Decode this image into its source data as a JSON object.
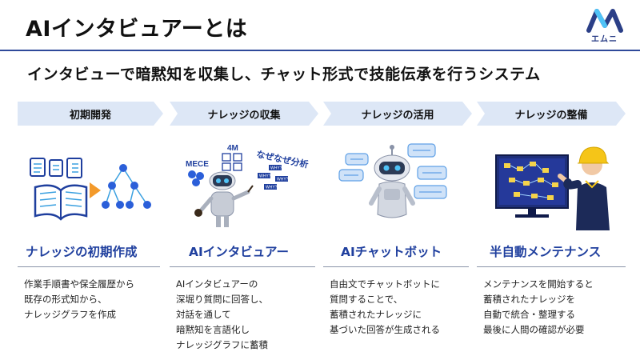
{
  "header": {
    "title": "AIインタビュアーとは",
    "subtitle": "インタビューで暗黙知を収集し、チャット形式で技能伝承を行うシステム",
    "logo_text": "エムニ"
  },
  "colors": {
    "accent": "#1f3f9e",
    "chevron_bg": "#dde7f6",
    "rule": "#2f4a9a"
  },
  "steps": [
    {
      "phase": "初期開発",
      "title": "ナレッジの初期作成",
      "desc": "作業手順書や保全履歴から\n既存の形式知から、\nナレッジグラフを作成",
      "icon": "documents-to-graph-icon"
    },
    {
      "phase": "ナレッジの収集",
      "title": "AIインタビュアー",
      "desc": "AIインタビュアーの\n深堀り質問に回答し、\n対話を通して\n暗黙知を言語化し\nナレッジグラフに蓄積",
      "icon": "robot-interviewer-icon",
      "illus_labels": [
        "MECE",
        "4M",
        "なぜなぜ分析",
        "WHY?"
      ]
    },
    {
      "phase": "ナレッジの活用",
      "title": "AIチャットボット",
      "desc": "自由文でチャットボットに\n質問することで、\n蓄積されたナレッジに\n基づいた回答が生成される",
      "icon": "chatbot-icon"
    },
    {
      "phase": "ナレッジの整備",
      "title": "半自動メンテナンス",
      "desc": "メンテナンスを開始すると\n蓄積されたナレッジを\n自動で統合・整理する\n最後に人間の確認が必要",
      "icon": "worker-maintenance-icon"
    }
  ]
}
